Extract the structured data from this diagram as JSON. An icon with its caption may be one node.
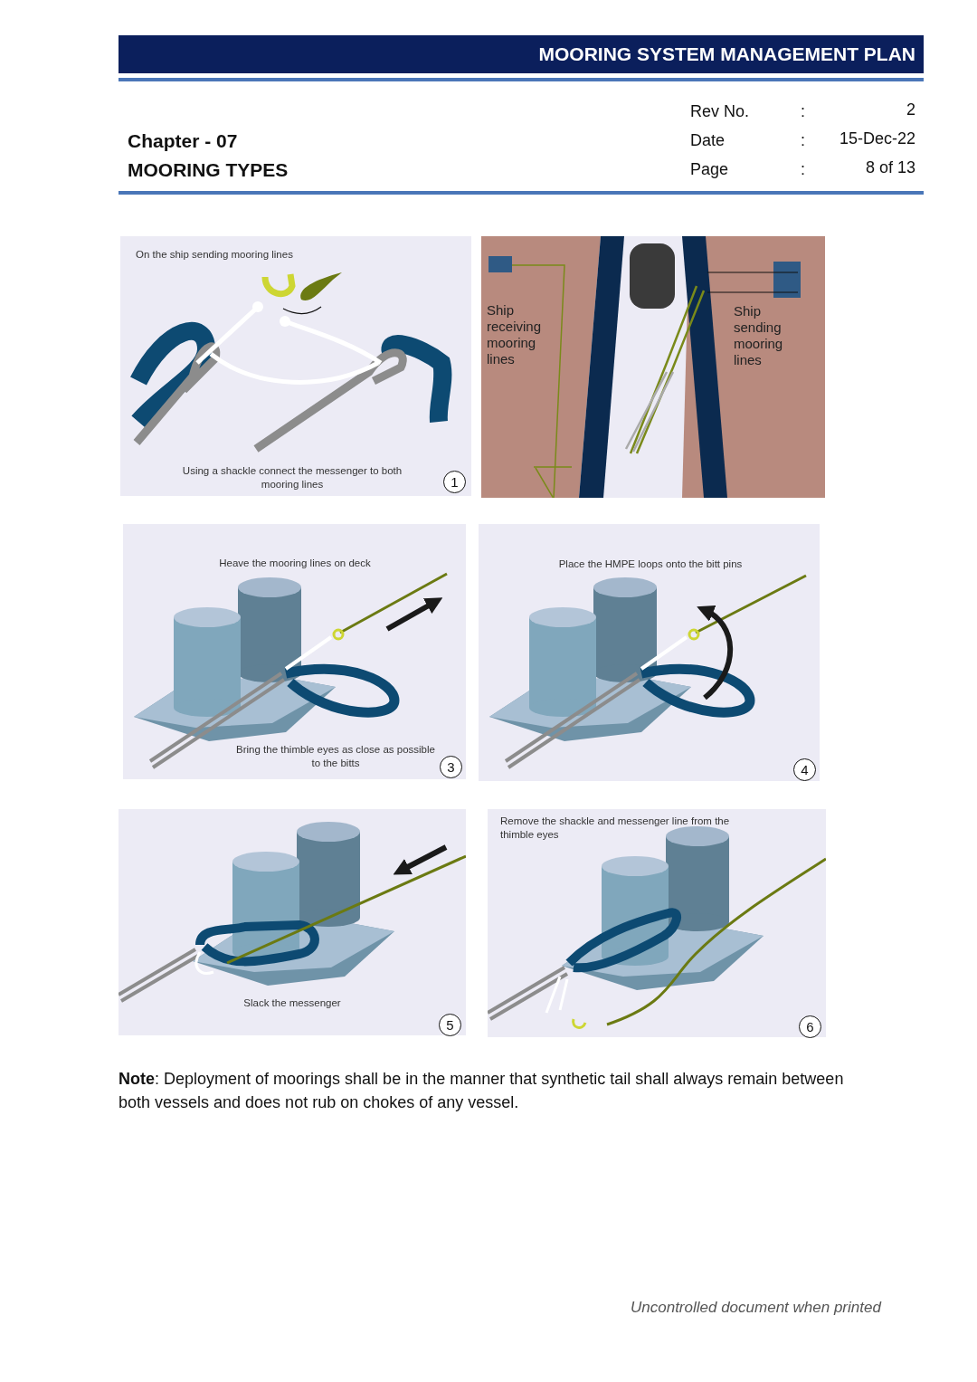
{
  "diagram": {
    "title": "MOORING SYSTEM MANAGEMENT PLAN",
    "nodes": [
      {
        "text": [
          "On the ship sending mooring lines",
          "Using a shackle connect the messenger to both mooring lines"
        ]
      },
      {
        "text": [
          "1"
        ],
        "in": 0
      },
      {
        "text": [
          "Ship receiving mooring lines",
          "Ship sending mooring lines"
        ]
      },
      {
        "text": [
          "Heave the mooring lines on deck",
          "Bring the thimble eyes as close as possible to the bitts"
        ]
      },
      {
        "text": [
          "3"
        ],
        "in": 3
      },
      {
        "text": [
          "Place the HMPE loops onto the bitt pins"
        ]
      },
      {
        "text": [
          "4"
        ],
        "in": 5
      },
      {
        "text": [
          "Slack the messenger"
        ]
      },
      {
        "text": [
          "5"
        ],
        "in": 7
      },
      {
        "text": [
          "Remove the shackle and messenger line from the thimble eyes"
        ]
      },
      {
        "text": [
          "6"
        ],
        "in": 9
      }
    ],
    "labels": [
      "Rev No.",
      ":",
      "2",
      "Chapter - 07",
      "Date",
      ":",
      "15-Dec-22",
      "MOORING TYPES",
      "Page",
      ":",
      "8 of 13",
      "**Note**: Deployment of moorings shall be in the manner that synthetic tail shall always remain between both vessels and does not rub on chokes of any vessel.",
      "Uncontrolled document when printed"
    ]
  }
}
